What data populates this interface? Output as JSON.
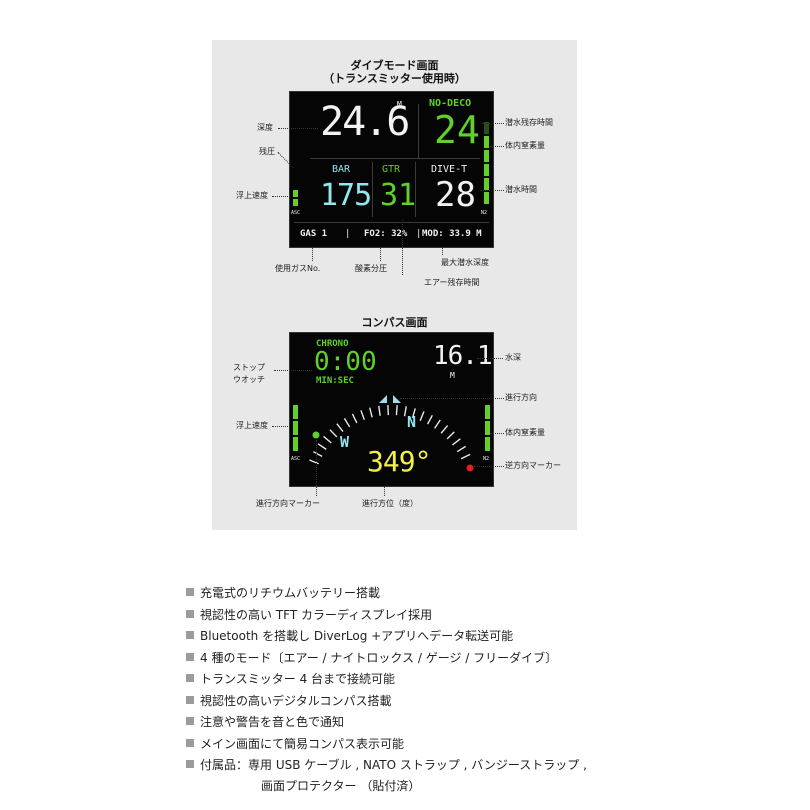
{
  "dive": {
    "title_line1": "ダイブモード画面",
    "title_line2": "（トランスミッター使用時）",
    "depth_value": "24.6",
    "depth_unit": "M",
    "nodeco_label": "NO-DECO",
    "nodeco_value": "24",
    "bar_label": "BAR",
    "bar_value": "175",
    "gtr_label": "GTR",
    "gtr_value": "31",
    "divet_label": "DIVE-T",
    "divet_value": "28",
    "asc_label": "ASC",
    "n2_label": "N2",
    "footer_gas": "GAS 1",
    "footer_sep1": "|",
    "footer_fo2": "FO2: 32%",
    "footer_sep2": "|",
    "footer_mod": "MOD: 33.9 M",
    "callouts": {
      "depth": "深度",
      "pressure": "残圧",
      "ascent": "浮上速度",
      "nodeco": "潜水残存時間",
      "n2": "体内窒素量",
      "divetime": "潜水時間",
      "gas": "使用ガスNo.",
      "fo2": "酸素分圧",
      "mod": "最大潜水深度",
      "gtr": "エアー残存時間"
    }
  },
  "compass": {
    "title": "コンパス画面",
    "chrono_label": "CHRONO",
    "chrono_value": "0:00",
    "chrono_unit": "MIN:SEC",
    "depth_value": "16.1",
    "depth_unit": "M",
    "heading_value": "349°",
    "dir_w": "W",
    "dir_n": "N",
    "asc_label": "ASC",
    "n2_label": "N2",
    "callouts": {
      "stopwatch_line1": "ストップ",
      "stopwatch_line2": "ウオッチ",
      "ascent": "浮上速度",
      "waterdepth": "水深",
      "heading_dir": "進行方向",
      "n2": "体内窒素量",
      "reverse_marker": "逆方向マーカー",
      "heading_marker": "進行方向マーカー",
      "heading_deg": "進行方位（度）"
    }
  },
  "features": [
    "充電式のリチウムバッテリー搭載",
    "視認性の高い TFT カラーディスプレイ採用",
    "Bluetooth を搭載し DiverLog +アプリへデータ転送可能",
    "4 種のモード〔エアー / ナイトロックス / ゲージ / フリーダイブ〕",
    "トランスミッター 4 台まで接続可能",
    "視認性の高いデジタルコンパス搭載",
    "注意や警告を音と色で通知",
    "メイン画面にて簡易コンパス表示可能",
    "付属品：専用 USB ケーブル , NATO ストラップ , バンジーストラップ ,"
  ],
  "features_continuation": "画面プロテクター （貼付済）",
  "colors": {
    "green": "#5fd12a",
    "cyan": "#8fe7ef",
    "yellow": "#f2f045",
    "red_marker": "#e0201c",
    "arrow": "#9fdcf0"
  }
}
